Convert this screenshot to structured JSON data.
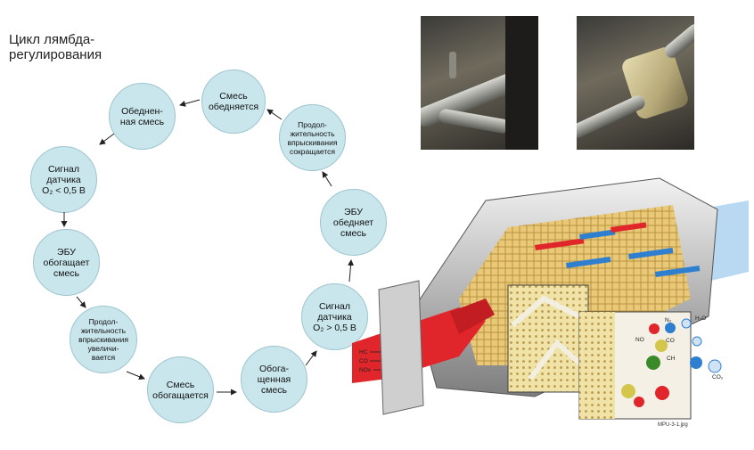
{
  "title": "Цикл лямбда-\nрегулирования",
  "colors": {
    "node_fill": "#c8e6ec",
    "node_border": "#9fc5cf",
    "arrow": "#222222",
    "exhaust_red": "#e0262a",
    "exhaust_blue": "#2f7fd1",
    "ceramic": "#e9c978"
  },
  "nodes": [
    {
      "id": "lean-mixture-becomes",
      "label": "Смесь\nобедняется"
    },
    {
      "id": "lean-mixture",
      "label": "Обеднен-\nная смесь"
    },
    {
      "id": "signal-low",
      "label": "Сигнал\nдатчика\nO₂ < 0,5 В"
    },
    {
      "id": "ecu-enrich",
      "label": "ЭБУ\nобогащает\nсмесь"
    },
    {
      "id": "injection-increase",
      "label": "Продол-\nжительность\nвпрыскивания\nувеличи-\nвается"
    },
    {
      "id": "mixture-enriches",
      "label": "Смесь\nобогащается"
    },
    {
      "id": "rich-mixture",
      "label": "Обога-\nщенная\nсмесь"
    },
    {
      "id": "signal-high",
      "label": "Сигнал\nдатчика\nO₂ > 0,5 В"
    },
    {
      "id": "ecu-lean",
      "label": "ЭБУ\nобедняет\nсмесь"
    },
    {
      "id": "injection-decrease",
      "label": "Продол-\nжительность\nвпрыскивания\nсокращается"
    }
  ],
  "illustration": {
    "inlet_labels": [
      "HC",
      "CO",
      "NOx"
    ],
    "outlet_labels": [
      "N₂",
      "H₂O",
      "CO₂"
    ],
    "molecule_labels": [
      "NO",
      "CO",
      "CH"
    ],
    "file_caption": "MPU-3-1.jpg"
  }
}
